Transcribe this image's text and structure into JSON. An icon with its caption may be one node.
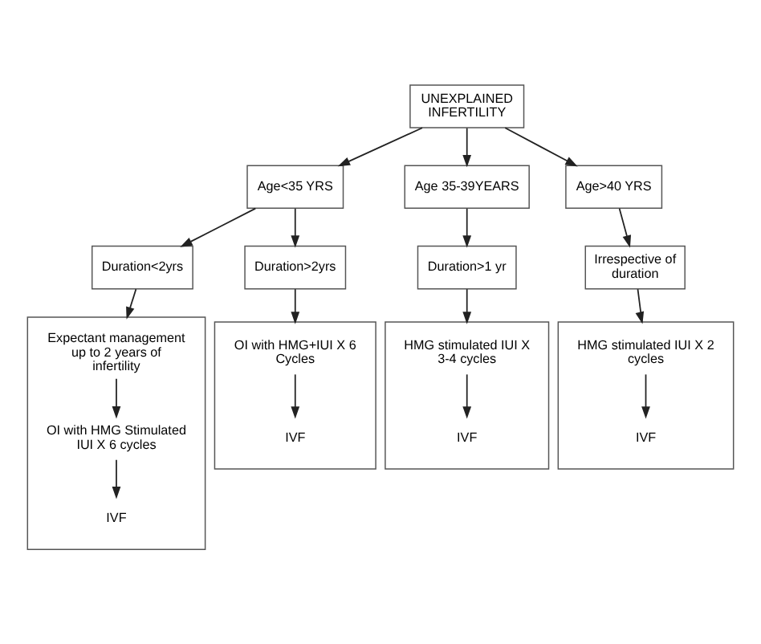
{
  "diagram": {
    "nodes": [
      {
        "text": [
          "UNEXPLAINED INFERTILITY"
        ]
      },
      {
        "text": [
          "Age<35 YRS"
        ]
      },
      {
        "text": [
          "Age 35-39YEARS"
        ]
      },
      {
        "text": [
          "Age>40 YRS"
        ]
      },
      {
        "text": [
          "Duration<2yrs"
        ]
      },
      {
        "text": [
          "Duration>2yrs"
        ]
      },
      {
        "text": [
          "Duration>1 yr"
        ]
      },
      {
        "text": [
          "Irrespective of duration"
        ]
      },
      {
        "text": [],
        "shape": "box"
      },
      {
        "text": [
          "Expectant management up to 2 years of infertility"
        ],
        "in": 8
      },
      {
        "text": [
          "OI with HMG Stimulated IUI X 6 cycles"
        ],
        "in": 8
      },
      {
        "text": [
          "IVF"
        ],
        "in": 8
      },
      {
        "text": [],
        "shape": "box"
      },
      {
        "text": [
          "OI with HMG+IUI X 6 Cycles"
        ],
        "in": 12
      },
      {
        "text": [
          "IVF"
        ],
        "in": 12
      },
      {
        "text": [],
        "shape": "box"
      },
      {
        "text": [
          "HMG stimulated IUI X 3-4 cycles"
        ],
        "in": 15
      },
      {
        "text": [
          "IVF"
        ],
        "in": 15
      },
      {
        "text": [],
        "shape": "box"
      },
      {
        "text": [
          "HMG stimulated IUI X 2 cycles"
        ],
        "in": 18
      },
      {
        "text": [
          "IVF"
        ],
        "in": 18
      }
    ],
    "edges": [
      {
        "from": 0,
        "to": 1,
        "arrow": "to"
      },
      {
        "from": 0,
        "to": 2,
        "arrow": "to"
      },
      {
        "from": 0,
        "to": 3,
        "arrow": "to"
      },
      {
        "from": 1,
        "to": 4,
        "arrow": "to"
      },
      {
        "from": 1,
        "to": 5,
        "arrow": "to"
      },
      {
        "from": 2,
        "to": 6,
        "arrow": "to"
      },
      {
        "from": 3,
        "to": 7,
        "arrow": "to"
      },
      {
        "from": 4,
        "to": 8,
        "arrow": "to"
      },
      {
        "from": 5,
        "to": 12,
        "arrow": "to"
      },
      {
        "from": 6,
        "to": 15,
        "arrow": "to"
      },
      {
        "from": 7,
        "to": 18,
        "arrow": "to"
      },
      {
        "from": 9,
        "to": 10,
        "arrow": "to"
      },
      {
        "from": 10,
        "to": 11,
        "arrow": "to"
      },
      {
        "from": 13,
        "to": 14,
        "arrow": "to"
      },
      {
        "from": 16,
        "to": 17,
        "arrow": "to"
      },
      {
        "from": 19,
        "to": 20,
        "arrow": "to"
      }
    ]
  }
}
